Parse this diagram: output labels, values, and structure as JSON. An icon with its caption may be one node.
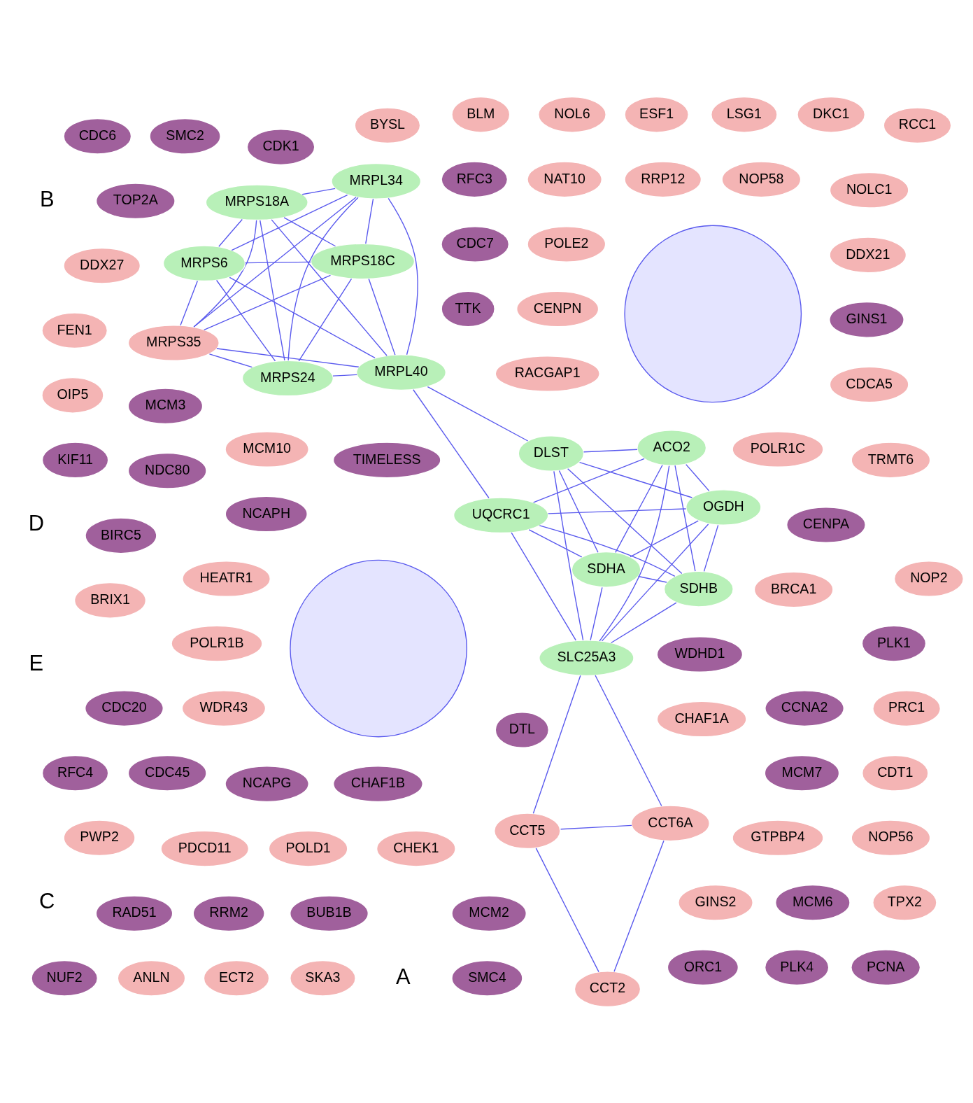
{
  "diagram": {
    "nodes": [
      {
        "text": [],
        "shape": "circle"
      },
      {
        "text": [],
        "shape": "circle"
      },
      {
        "text": [
          "BLM"
        ]
      },
      {
        "text": [
          "POLD1"
        ]
      },
      {
        "text": [
          "CHAF1A"
        ]
      },
      {
        "text": [
          "CDC7"
        ]
      },
      {
        "text": [
          "RFC3"
        ]
      },
      {
        "text": [
          "CHEK1"
        ]
      },
      {
        "text": [
          "BRCA1"
        ]
      },
      {
        "text": [
          "ORC1"
        ]
      },
      {
        "text": [
          "PLK4"
        ]
      },
      {
        "text": [
          "MCM7"
        ]
      },
      {
        "text": [
          "CCNA2"
        ]
      },
      {
        "text": [
          "WDHD1"
        ]
      },
      {
        "text": [
          "PCNA"
        ]
      },
      {
        "text": [
          "CDT1"
        ]
      },
      {
        "text": [
          "PLK1"
        ]
      },
      {
        "text": [
          "POLE2"
        ]
      },
      {
        "text": [
          "MCM3"
        ]
      },
      {
        "text": [
          "NDC80"
        ]
      },
      {
        "text": [
          "CENPA"
        ]
      },
      {
        "text": [
          "CDC45"
        ]
      },
      {
        "text": [
          "GINS2"
        ]
      },
      {
        "text": [
          "CDK1"
        ]
      },
      {
        "text": [
          "MCM10"
        ]
      },
      {
        "text": [
          "MCM6"
        ]
      },
      {
        "text": [
          "SMC4"
        ]
      },
      {
        "text": [
          "DTL"
        ]
      },
      {
        "text": [
          "TIMELESS"
        ]
      },
      {
        "text": [
          "FEN1"
        ]
      },
      {
        "text": [
          "NCAPH"
        ]
      },
      {
        "text": [
          "MCM2"
        ]
      },
      {
        "text": [
          "OIP5"
        ]
      },
      {
        "text": [
          "KIF11"
        ]
      },
      {
        "text": [
          "RFC4"
        ]
      },
      {
        "text": [
          "TOP2A"
        ]
      },
      {
        "text": [
          "TPX2"
        ]
      },
      {
        "text": [
          "RAD51"
        ]
      },
      {
        "text": [
          "RRM2"
        ]
      },
      {
        "text": [
          "TTK"
        ]
      },
      {
        "text": [
          "BUB1B"
        ]
      },
      {
        "text": [
          "NCAPG"
        ]
      },
      {
        "text": [
          "BIRC5"
        ]
      },
      {
        "text": [
          "CDC20"
        ]
      },
      {
        "text": [
          "PRC1"
        ]
      },
      {
        "text": [
          "SMC2"
        ]
      },
      {
        "text": [
          "CDC6"
        ]
      },
      {
        "text": [
          "CDCA5"
        ]
      },
      {
        "text": [
          "CHAF1B"
        ]
      },
      {
        "text": [
          "RACGAP1"
        ]
      },
      {
        "text": [
          "GINS1"
        ]
      },
      {
        "text": [
          "NUF2"
        ]
      },
      {
        "text": [
          "CENPN"
        ]
      },
      {
        "text": [
          "ANLN"
        ]
      },
      {
        "text": [
          "ECT2"
        ]
      },
      {
        "text": [
          "SKA3"
        ]
      },
      {
        "text": [
          "RCC1"
        ]
      },
      {
        "text": [
          "GTPBP4"
        ]
      },
      {
        "text": [
          "DDX21"
        ]
      },
      {
        "text": [
          "POLR1C"
        ]
      },
      {
        "text": [
          "BYSL"
        ]
      },
      {
        "text": [
          "NOP2"
        ]
      },
      {
        "text": [
          "NOLC1"
        ]
      },
      {
        "text": [
          "NOP58"
        ]
      },
      {
        "text": [
          "RRP12"
        ]
      },
      {
        "text": [
          "DKC1"
        ]
      },
      {
        "text": [
          "HEATR1"
        ]
      },
      {
        "text": [
          "NAT10"
        ]
      },
      {
        "text": [
          "BRIX1"
        ]
      },
      {
        "text": [
          "NOP56"
        ]
      },
      {
        "text": [
          "TRMT6"
        ]
      },
      {
        "text": [
          "LSG1"
        ]
      },
      {
        "text": [
          "ESF1"
        ]
      },
      {
        "text": [
          "POLR1B"
        ]
      },
      {
        "text": [
          "DDX27"
        ]
      },
      {
        "text": [
          "WDR43"
        ]
      },
      {
        "text": [
          "NOL6"
        ]
      },
      {
        "text": [
          "PWP2"
        ]
      },
      {
        "text": [
          "PDCD11"
        ]
      },
      {
        "text": [
          "MRPS35"
        ]
      },
      {
        "text": [
          "MRPS18C"
        ]
      },
      {
        "text": [
          "MRPS24"
        ]
      },
      {
        "text": [
          "MRPS18A"
        ]
      },
      {
        "text": [
          "MRPL34"
        ]
      },
      {
        "text": [
          "MRPS6"
        ]
      },
      {
        "text": [
          "MRPL40"
        ]
      },
      {
        "text": [
          "DLST"
        ]
      },
      {
        "text": [
          "SDHA"
        ]
      },
      {
        "text": [
          "CCT6A"
        ]
      },
      {
        "text": [
          "UQCRC1"
        ]
      },
      {
        "text": [
          "CCT2"
        ]
      },
      {
        "text": [
          "OGDH"
        ]
      },
      {
        "text": [
          "ACO2"
        ]
      },
      {
        "text": [
          "SLC25A3"
        ]
      },
      {
        "text": [
          "CCT5"
        ]
      },
      {
        "text": [
          "SDHB"
        ]
      }
    ],
    "edges": [
      {
        "from": 79,
        "to": 80,
        "arrow": "none"
      },
      {
        "from": 79,
        "to": 81,
        "arrow": "none"
      },
      {
        "from": 79,
        "to": 84,
        "arrow": "none"
      },
      {
        "from": 79,
        "to": 82,
        "arrow": "none"
      },
      {
        "from": 79,
        "to": 85,
        "arrow": "none"
      },
      {
        "from": 79,
        "to": 83,
        "arrow": "none"
      },
      {
        "from": 80,
        "to": 81,
        "arrow": "none"
      },
      {
        "from": 80,
        "to": 82,
        "arrow": "none"
      },
      {
        "from": 80,
        "to": 84,
        "arrow": "none"
      },
      {
        "from": 80,
        "to": 85,
        "arrow": "none"
      },
      {
        "from": 80,
        "to": 83,
        "arrow": "none"
      },
      {
        "from": 81,
        "to": 82,
        "arrow": "none"
      },
      {
        "from": 81,
        "to": 83,
        "arrow": "none"
      },
      {
        "from": 81,
        "to": 84,
        "arrow": "none"
      },
      {
        "from": 81,
        "to": 85,
        "arrow": "none"
      },
      {
        "from": 82,
        "to": 83,
        "arrow": "none"
      },
      {
        "from": 82,
        "to": 84,
        "arrow": "none"
      },
      {
        "from": 82,
        "to": 85,
        "arrow": "none"
      },
      {
        "from": 83,
        "to": 84,
        "arrow": "none"
      },
      {
        "from": 83,
        "to": 85,
        "arrow": "none"
      },
      {
        "from": 84,
        "to": 85,
        "arrow": "none"
      },
      {
        "from": 85,
        "to": 86,
        "arrow": "none"
      },
      {
        "from": 85,
        "to": 89,
        "arrow": "none"
      },
      {
        "from": 86,
        "to": 93,
        "arrow": "none"
      },
      {
        "from": 86,
        "to": 91,
        "arrow": "none"
      },
      {
        "from": 86,
        "to": 95,
        "arrow": "none"
      },
      {
        "from": 86,
        "to": 87,
        "arrow": "none"
      },
      {
        "from": 86,
        "to": 92,
        "arrow": "none"
      },
      {
        "from": 87,
        "to": 89,
        "arrow": "none"
      },
      {
        "from": 87,
        "to": 93,
        "arrow": "none"
      },
      {
        "from": 87,
        "to": 91,
        "arrow": "none"
      },
      {
        "from": 87,
        "to": 95,
        "arrow": "none"
      },
      {
        "from": 87,
        "to": 92,
        "arrow": "none"
      },
      {
        "from": 89,
        "to": 93,
        "arrow": "none"
      },
      {
        "from": 89,
        "to": 91,
        "arrow": "none"
      },
      {
        "from": 89,
        "to": 92,
        "arrow": "none"
      },
      {
        "from": 89,
        "to": 95,
        "arrow": "none"
      },
      {
        "from": 93,
        "to": 91,
        "arrow": "none"
      },
      {
        "from": 93,
        "to": 92,
        "arrow": "none"
      },
      {
        "from": 93,
        "to": 95,
        "arrow": "none"
      },
      {
        "from": 93,
        "to": 94,
        "arrow": "none"
      },
      {
        "from": 93,
        "to": 88,
        "arrow": "none"
      },
      {
        "from": 91,
        "to": 92,
        "arrow": "none"
      },
      {
        "from": 91,
        "to": 95,
        "arrow": "none"
      },
      {
        "from": 92,
        "to": 95,
        "arrow": "none"
      },
      {
        "from": 88,
        "to": 90,
        "arrow": "none"
      },
      {
        "from": 88,
        "to": 94,
        "arrow": "none"
      },
      {
        "from": 90,
        "to": 94,
        "arrow": "none"
      }
    ],
    "labels": [
      "A",
      "B",
      "C",
      "D",
      "E"
    ]
  }
}
